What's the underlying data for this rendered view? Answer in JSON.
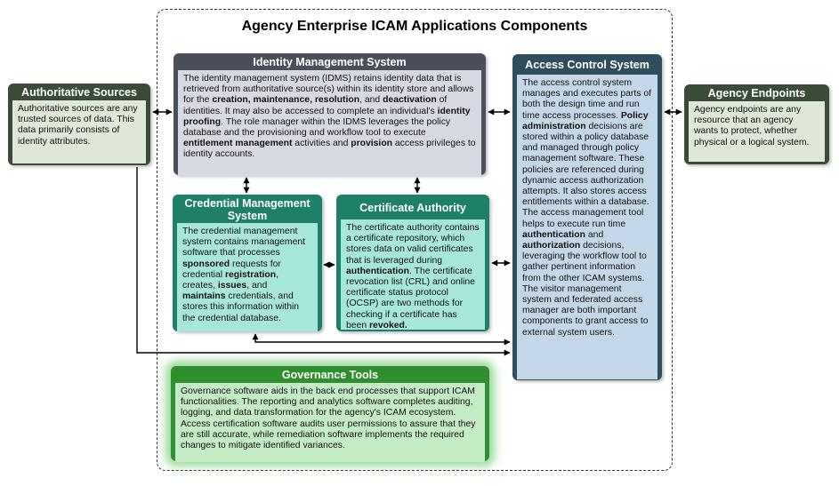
{
  "title": "Agency Enterprise ICAM Applications Components",
  "boxes": {
    "authoritative": {
      "title": "Authoritative Sources",
      "body": "Authoritative sources are any trusted sources of data. This data primarily consists of identity attributes."
    },
    "endpoints": {
      "title": "Agency Endpoints",
      "body": "Agency endpoints are any resource that an agency wants to protect, whether physical or a logical system."
    },
    "idms": {
      "title": "Identity Management System",
      "t1": "The identity management system (IDMS) retains identity data that is retrieved from authoritative source(s) within its identity store and allows for the ",
      "b1": "creation, maintenance, resolution",
      "t2": ", and ",
      "b2": "deactivation",
      "t3": " of identities. It may also be accessed to complete an individual's ",
      "b3": "identity proofing",
      "t4": ". The role manager within the IDMS leverages the policy database and the provisioning and workflow tool to execute ",
      "b4": "entitlement management",
      "t5": " activities and ",
      "b5": "provision",
      "t6": " access privileges to identity accounts."
    },
    "cms": {
      "title": "Credential Management System",
      "t1": "The credential management system contains management software that processes ",
      "b1": "sponsored",
      "t2": " requests for credential ",
      "b2": "registration",
      "t3": ", creates, ",
      "b3": "issues",
      "t4": ", and ",
      "b4": "maintains",
      "t5": " credentials, and stores this information within the credential database."
    },
    "ca": {
      "title": "Certificate Authority",
      "t1": "The certificate authority contains a certificate repository, which stores data on valid certificates that is leveraged during ",
      "b1": "authentication",
      "t2": ". The certificate revocation list (CRL) and online certificate status protocol (OCSP) are two methods for checking if a certificate has been ",
      "b2": "revoked."
    },
    "acs": {
      "title": "Access Control System",
      "t1": "The access control system manages and executes parts of both the design time and run time access processes. ",
      "b1": "Policy administration",
      "t2": " decisions are stored within a policy database and managed through policy management software. These policies are referenced during dynamic access authorization attempts. It also stores access entitlements within a database. The access management tool helps to execute run time ",
      "b2": "authentication",
      "t3": " and ",
      "b3": "authorization",
      "t4": " decisions, leveraging the workflow tool to gather pertinent information from the other ICAM systems. The visitor management system and federated access manager are both important components to grant access to external system users."
    },
    "gov": {
      "title": "Governance Tools",
      "body": "Governance software aids in the back end processes that support ICAM functionalities. The reporting and analytics software completes auditing, logging, and data transformation for the agency's ICAM ecosystem. Access certification software audits user permissions to assure that they are still accurate, while remediation software implements the required changes to mitigate identified variances."
    }
  }
}
